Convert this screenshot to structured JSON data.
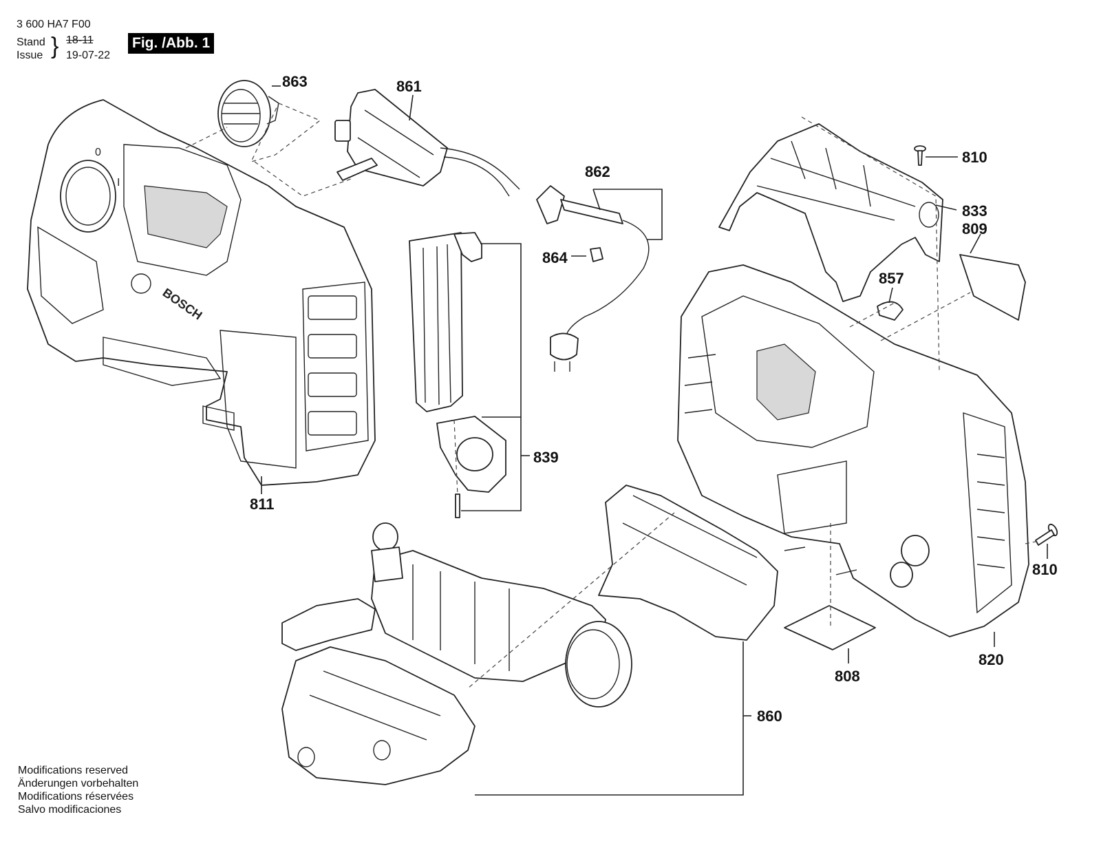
{
  "header": {
    "doc_number": "3 600 HA7 F00",
    "stand_label": "Stand",
    "issue_label": "Issue",
    "brace": "}",
    "stand_date": "18-11",
    "issue_date": "19-07-22",
    "figure_label": "Fig. /Abb. 1"
  },
  "brand_logo_text": "BOSCH",
  "part_numbers": {
    "p863": "863",
    "p861": "861",
    "p862": "862",
    "p864": "864",
    "p811": "811",
    "p839": "839",
    "p810_top": "810",
    "p833": "833",
    "p809": "809",
    "p857": "857",
    "p810_right": "810",
    "p820": "820",
    "p808": "808",
    "p860": "860"
  },
  "footer": [
    "Modifications reserved",
    "Änderungen vorbehalten",
    "Modifications réservées",
    "Salvo modificaciones"
  ]
}
